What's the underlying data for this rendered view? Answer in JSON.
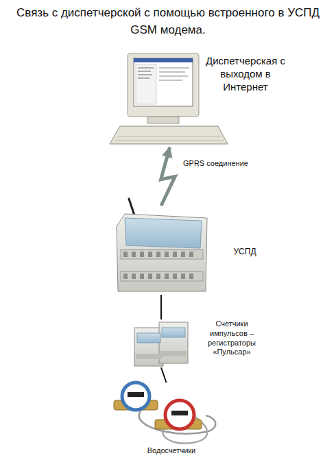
{
  "diagram": {
    "title": "Связь с диспетчерской с помощью встроенного в УСПД GSM модема.",
    "nodes": [
      {
        "text": [
          "Диспетчерская с выходом в Интернет"
        ]
      },
      {
        "text": [
          "УСПД"
        ]
      },
      {
        "text": [
          "Счетчики импульсов – регистраторы «Пульсар»"
        ]
      },
      {
        "text": [
          "Водосчетчики"
        ]
      }
    ],
    "edges": [
      {
        "from": 1,
        "to": 0,
        "label": "GPRS соединение",
        "arrow": "to"
      },
      {
        "from": 1,
        "to": 2,
        "arrow": "none"
      },
      {
        "from": 2,
        "to": 3,
        "arrow": "none"
      }
    ]
  }
}
